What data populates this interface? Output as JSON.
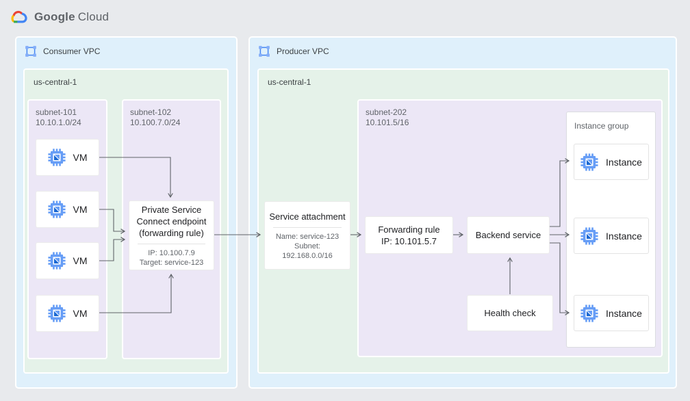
{
  "logo": {
    "text_primary": "Google",
    "text_secondary": "Cloud"
  },
  "consumer_vpc": {
    "label": "Consumer VPC",
    "region": {
      "label": "us-central-1",
      "subnets": [
        {
          "name": "subnet-101",
          "cidr": "10.10.1.0/24",
          "vms": [
            "VM",
            "VM",
            "VM",
            "VM"
          ]
        },
        {
          "name": "subnet-102",
          "cidr": "10.100.7.0/24"
        }
      ]
    },
    "psc_endpoint": {
      "title": "Private Service Connect endpoint (forwarding rule)",
      "ip": "IP: 10.100.7.9",
      "target": "Target: service-123"
    }
  },
  "producer_vpc": {
    "label": "Producer VPC",
    "region": {
      "label": "us-central-1"
    },
    "subnet": {
      "name": "subnet-202",
      "cidr": "10.101.5/16"
    },
    "service_attachment": {
      "title": "Service attachment",
      "name_line": "Name: service-123",
      "subnet_label": "Subnet:",
      "subnet_cidr": "192.168.0.0/16"
    },
    "forwarding_rule": {
      "line1": "Forwarding rule",
      "line2": "IP: 10.101.5.7"
    },
    "backend_service": {
      "label": "Backend service"
    },
    "health_check": {
      "label": "Health check"
    },
    "instance_group": {
      "label": "Instance group",
      "instances": [
        "Instance",
        "Instance",
        "Instance"
      ]
    }
  },
  "colors": {
    "page_bg": "#e8eaed",
    "vpc_bg": "#dff0fb",
    "region_bg": "#e5f2e9",
    "subnet_bg": "#ece7f6",
    "card_bg": "#ffffff",
    "arrow": "#5f6368",
    "icon_blue": "#4285f4",
    "icon_blue_medium": "#669df6",
    "icon_blue_dark": "#1967d2",
    "google_red": "#ea4335",
    "google_yellow": "#fbbc05",
    "google_green": "#34a853"
  }
}
